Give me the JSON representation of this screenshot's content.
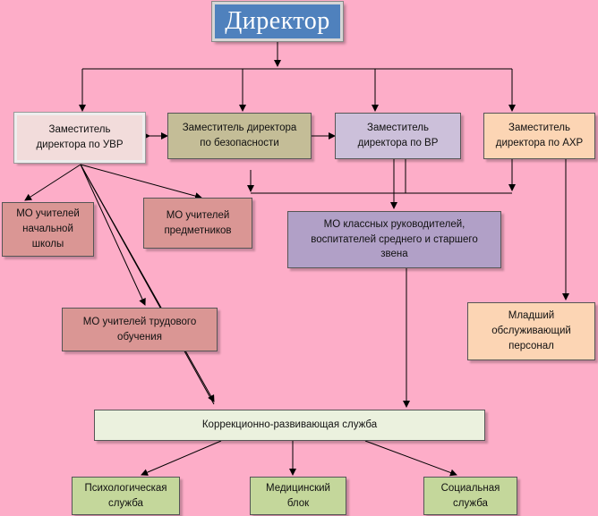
{
  "nodes": {
    "director": {
      "label": "Директор",
      "color": "#4f81bd"
    },
    "dep_uvr": {
      "label": "Заместитель\nдиректора по УВР",
      "color": "#f2dcdb"
    },
    "dep_security": {
      "label": "Заместитель директора\nпо безопасности",
      "color": "#c4bd97"
    },
    "dep_vr": {
      "label": "Заместитель\nдиректора по ВР",
      "color": "#ccc0da"
    },
    "dep_ahr": {
      "label": "Заместитель\nдиректора по АХР",
      "color": "#fcd5b4"
    },
    "mo_primary": {
      "label": "МО учителей\nначальной\nшколы",
      "color": "#da9694"
    },
    "mo_subject": {
      "label": "МО учителей\nпредметников",
      "color": "#da9694"
    },
    "mo_class": {
      "label": "МО классных руководителей,\nвоспитателей среднего и старшего\nзвена",
      "color": "#b1a0c7"
    },
    "mo_labor": {
      "label": "МО учителей трудового\nобучения",
      "color": "#da9694"
    },
    "junior_staff": {
      "label": "Младший\nобслуживающий\nперсонал",
      "color": "#fcd5b4"
    },
    "correction": {
      "label": "Коррекционно-развивающая  служба",
      "color": "#ebf1de"
    },
    "psych": {
      "label": "Психологическая\nслужба",
      "color": "#c4d79b"
    },
    "medical": {
      "label": "Медицинский\nблок",
      "color": "#c4d79b"
    },
    "social": {
      "label": "Социальная\nслужба",
      "color": "#c4d79b"
    }
  },
  "colors": {
    "background": "#fdadc8",
    "lines": "#000000"
  }
}
